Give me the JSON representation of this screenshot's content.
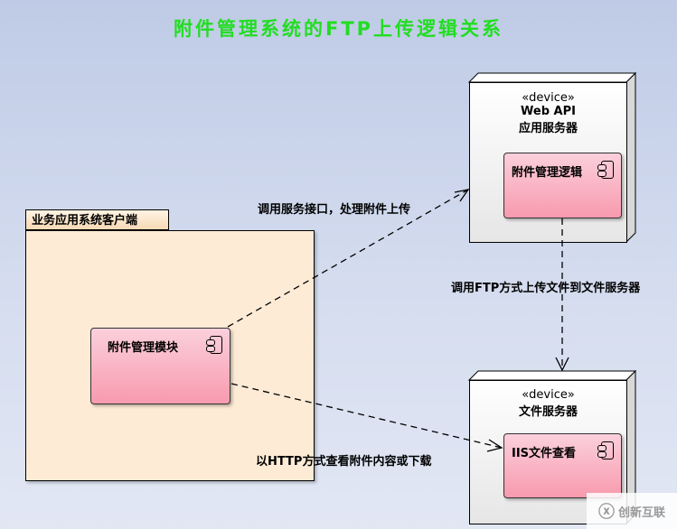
{
  "title": "附件管理系统的FTP上传逻辑关系",
  "package": {
    "name": "业务应用系统客户端",
    "component": "附件管理模块"
  },
  "nodes": [
    {
      "stereotype": "«device»",
      "name_line1": "Web API",
      "name_line2": "应用服务器",
      "component": "附件管理逻辑"
    },
    {
      "stereotype": "«device»",
      "name_line1": "文件服务器",
      "component": "IIS文件查看"
    }
  ],
  "edges": [
    {
      "label": "调用服务接口，处理附件上传"
    },
    {
      "label": "调用FTP方式上传文件到文件服务器"
    },
    {
      "label": "以HTTP方式查看附件内容或下载"
    }
  ],
  "watermark": "创新互联",
  "colors": {
    "title": "#22dd22",
    "package": "#fdebd6",
    "component": "#f89aae"
  }
}
